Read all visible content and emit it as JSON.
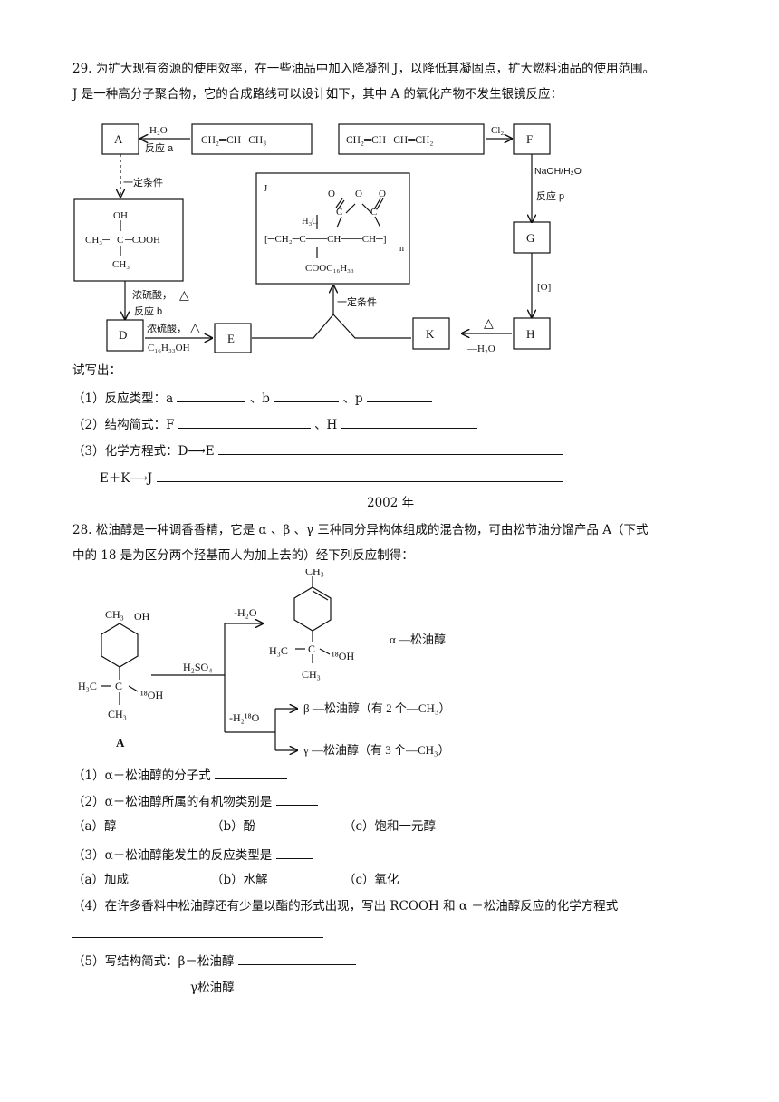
{
  "q29": {
    "line1": "29. 为扩大现有资源的使用效率，在一些油品中加入降凝剂 J，以降低其凝固点，扩大燃料油品的使用范围。",
    "line2": "J 是一种高分子聚合物，它的合成路线可以设计如下，其中 A 的氧化产物不发生银镜反应：",
    "diagram": {
      "box_A": "A",
      "h2o": "H₂O",
      "reaction_a": "反应 a",
      "propene": "CH₂═CH─CH₃",
      "butadiene": "CH₂═CH─CH═CH₂",
      "cl2": "Cl₂",
      "box_F": "F",
      "naoh": "NaOH/H₂O",
      "reaction_p": "反应 p",
      "box_G": "G",
      "oxid": "[O]",
      "box_H": "H",
      "box_K": "K",
      "minus_h2o": "—H₂O",
      "delta": "△",
      "cond_1": "一定条件",
      "hydroxy_acid": {
        "oh": "OH",
        "left": "CH₃─",
        "c": "C",
        "right": "─COOH",
        "ch3": "CH₃"
      },
      "conc_h2so4_1": "浓硫酸，",
      "reaction_b": "反应 b",
      "box_D": "D",
      "conc_h2so4_2": "浓硫酸，",
      "alcohol": "C₁₆H₃₃OH",
      "box_E": "E",
      "cond_2": "一定条件",
      "polymer": {
        "label": "J",
        "o1": "O",
        "o2": "O",
        "o3": "O",
        "c1": "C",
        "c2": "C",
        "h3c": "H₃C",
        "chain": "[─CH₂─C───CH───CH─]",
        "n": "n",
        "ester": "COOC₁₆H₃₃"
      }
    },
    "ask": "试写出：",
    "q1": {
      "label": "（1）反应类型：a",
      "b": "、b",
      "p": "、p"
    },
    "q2": {
      "label": "（2）结构简式：F",
      "h": "、H"
    },
    "q3": {
      "label": "（3）化学方程式：D⟶E",
      "e": "E＋K⟶J"
    }
  },
  "year": "2002 年",
  "q28": {
    "line1": "28. 松油醇是一种调香香精，它是 α 、β 、γ 三种同分异构体组成的混合物，可由松节油分馏产品 A（下式",
    "line2": "中的 18 是为区分两个羟基而人为加上去的）经下列反应制得：",
    "diagram": {
      "a_ch3": "CH₃",
      "a_oh": "OH",
      "a_h3c": "H₃C",
      "a_c": "C",
      "a_18oh": "¹⁸OH",
      "a_ch3b": "CH₃",
      "a_label": "A",
      "h2so4": "H₂SO₄",
      "minus_h2o": "-H₂O",
      "minus_h2_18o": "-H₂¹⁸O",
      "al_ch3": "CH₃",
      "al_h3c": "H₃C",
      "al_c": "C",
      "al_18oh": "¹⁸OH",
      "al_ch3b": "CH₃",
      "alpha": "α —松油醇",
      "beta": "β —松油醇（有 2 个—CH₃）",
      "gamma": "γ —松油醇（有 3 个—CH₃）"
    },
    "s1": "（1）α－松油醇的分子式",
    "s2": "（2）α－松油醇所属的有机物类别是",
    "s2_opts": [
      "（a）醇",
      "（b）酚",
      "（c）饱和一元醇"
    ],
    "s3": "（3）α－松油醇能发生的反应类型是",
    "s3_opts": [
      "（a）加成",
      "（b）水解",
      "（c）氧化"
    ],
    "s4": "（4）在许多香料中松油醇还有少量以酯的形式出现，写出 RCOOH 和 α －松油醇反应的化学方程式",
    "s5": "（5）写结构简式：β－松油醇",
    "s5b": "γ松油醇"
  }
}
